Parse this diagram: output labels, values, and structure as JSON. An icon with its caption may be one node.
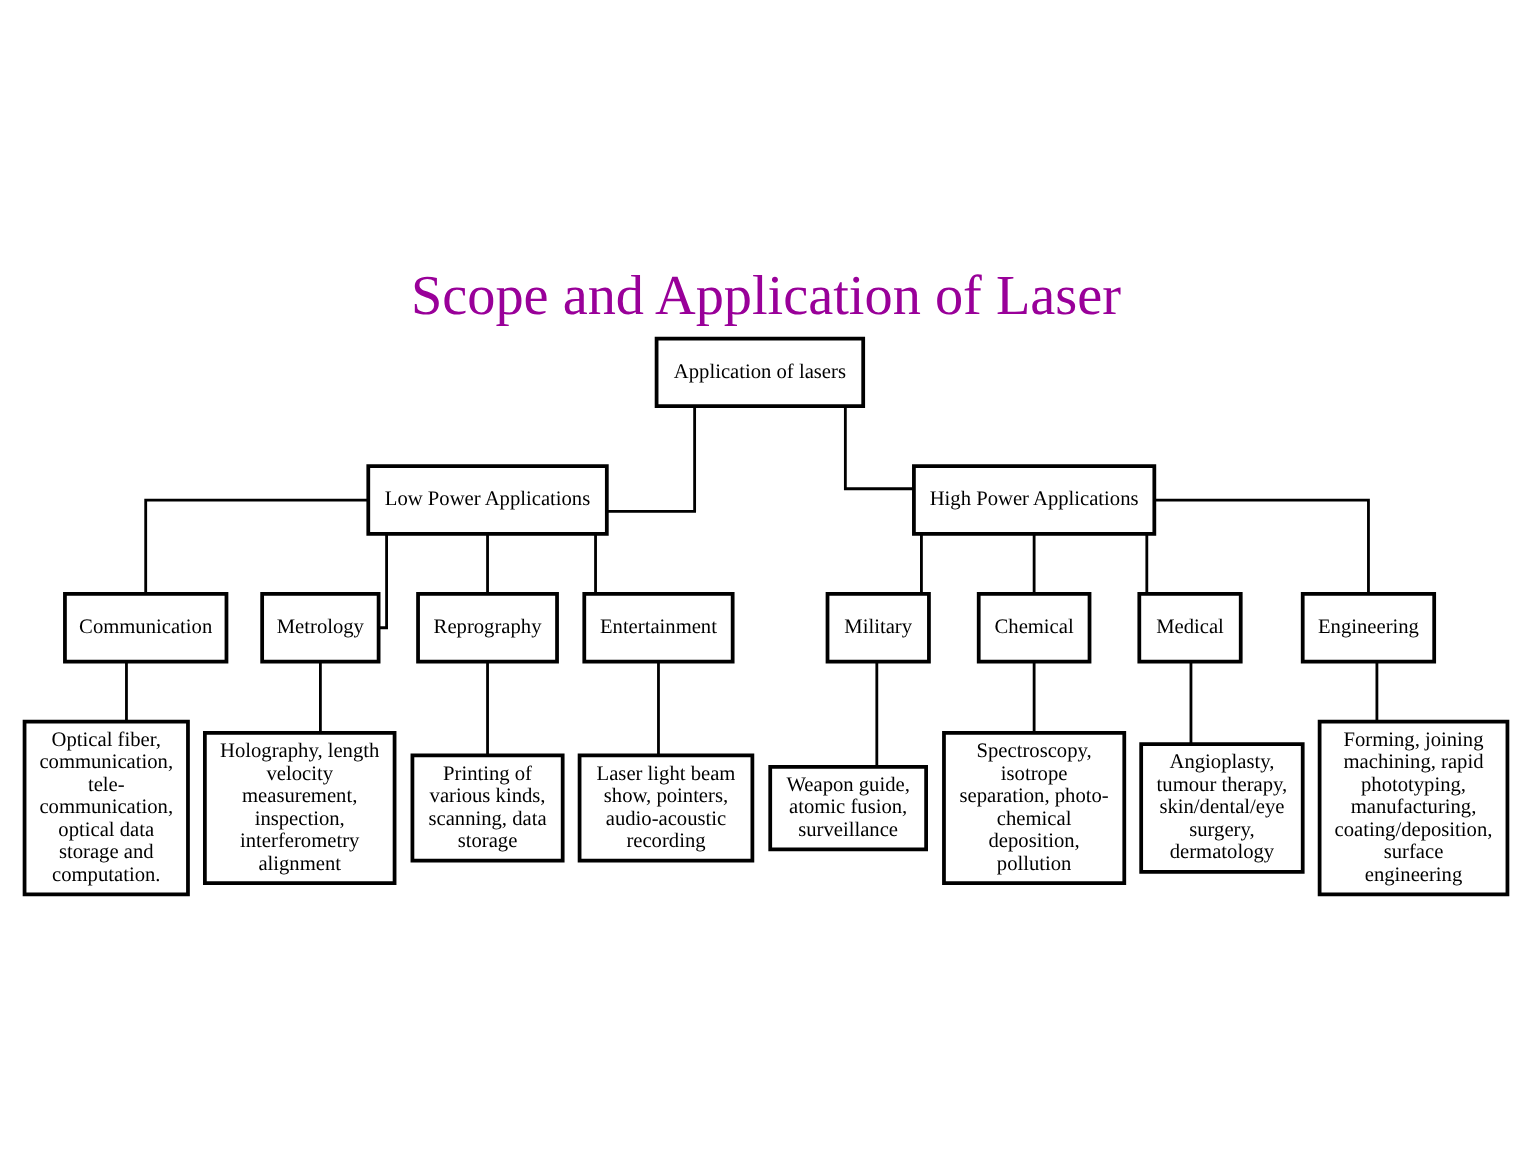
{
  "diagram": {
    "title": "Scope and Application of Laser",
    "nodes": [
      {
        "text": [
          "Application of lasers"
        ]
      },
      {
        "text": [
          "Low Power Applications"
        ]
      },
      {
        "text": [
          "High Power Applications"
        ]
      },
      {
        "text": [
          "Communication"
        ]
      },
      {
        "text": [
          "Metrology"
        ]
      },
      {
        "text": [
          "Reprography"
        ]
      },
      {
        "text": [
          "Entertainment"
        ]
      },
      {
        "text": [
          "Military"
        ]
      },
      {
        "text": [
          "Chemical"
        ]
      },
      {
        "text": [
          "Medical"
        ]
      },
      {
        "text": [
          "Engineering"
        ]
      },
      {
        "text": [
          "Optical fiber, communication, tele-communication, optical data storage and computation."
        ]
      },
      {
        "text": [
          "Holography, length velocity measurement, inspection, interferometry alignment"
        ]
      },
      {
        "text": [
          "Printing of various kinds, scanning, data storage"
        ]
      },
      {
        "text": [
          "Laser light beam show, pointers, audio-acoustic recording"
        ]
      },
      {
        "text": [
          "Weapon guide, atomic fusion, surveillance"
        ]
      },
      {
        "text": [
          "Spectroscopy, isotrope separation, photo-chemical deposition, pollution"
        ]
      },
      {
        "text": [
          "Angioplasty, tumour therapy, skin/dental/eye surgery, dermatology"
        ]
      },
      {
        "text": [
          "Forming, joining machining, rapid phototyping, manufacturing, coating/deposition, surface engineering"
        ]
      }
    ],
    "edges": [
      {
        "from": 0,
        "to": 1,
        "arrow": "none"
      },
      {
        "from": 0,
        "to": 2,
        "arrow": "none"
      },
      {
        "from": 1,
        "to": 3,
        "arrow": "none"
      },
      {
        "from": 1,
        "to": 4,
        "arrow": "none"
      },
      {
        "from": 1,
        "to": 5,
        "arrow": "none"
      },
      {
        "from": 1,
        "to": 6,
        "arrow": "none"
      },
      {
        "from": 2,
        "to": 7,
        "arrow": "none"
      },
      {
        "from": 2,
        "to": 8,
        "arrow": "none"
      },
      {
        "from": 2,
        "to": 9,
        "arrow": "none"
      },
      {
        "from": 2,
        "to": 10,
        "arrow": "none"
      },
      {
        "from": 3,
        "to": 11,
        "arrow": "none"
      },
      {
        "from": 4,
        "to": 12,
        "arrow": "none"
      },
      {
        "from": 5,
        "to": 13,
        "arrow": "none"
      },
      {
        "from": 6,
        "to": 14,
        "arrow": "none"
      },
      {
        "from": 7,
        "to": 15,
        "arrow": "none"
      },
      {
        "from": 8,
        "to": 16,
        "arrow": "none"
      },
      {
        "from": 9,
        "to": 17,
        "arrow": "none"
      },
      {
        "from": 10,
        "to": 18,
        "arrow": "none"
      }
    ]
  }
}
